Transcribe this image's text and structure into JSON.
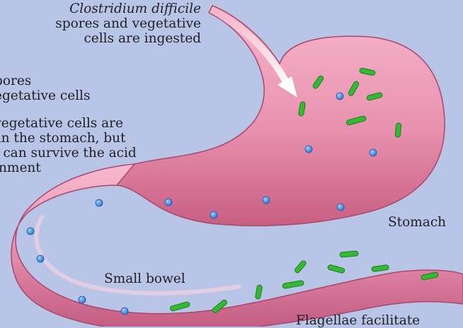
{
  "intro": {
    "line1": "Clostridium difficile",
    "line2": "spores and vegetative",
    "line3": "cells are ingested"
  },
  "legend": {
    "spores": "pores",
    "vegetative": "egetative cells"
  },
  "fate": {
    "line1": "t vegetative cells are",
    "line2": "d in the stomach, but",
    "line3": "es can survive the acid",
    "line4": "ronment"
  },
  "organs": {
    "stomach": "Stomach",
    "small_bowel": "Small bowel",
    "flagellae": "Flagellae facilitate"
  },
  "colors": {
    "background": "#b9c5e6",
    "tissue": "#e993b0",
    "tissue_dark": "#b94f74",
    "spore": "#3f86d8",
    "bacterium": "#2fb130"
  }
}
